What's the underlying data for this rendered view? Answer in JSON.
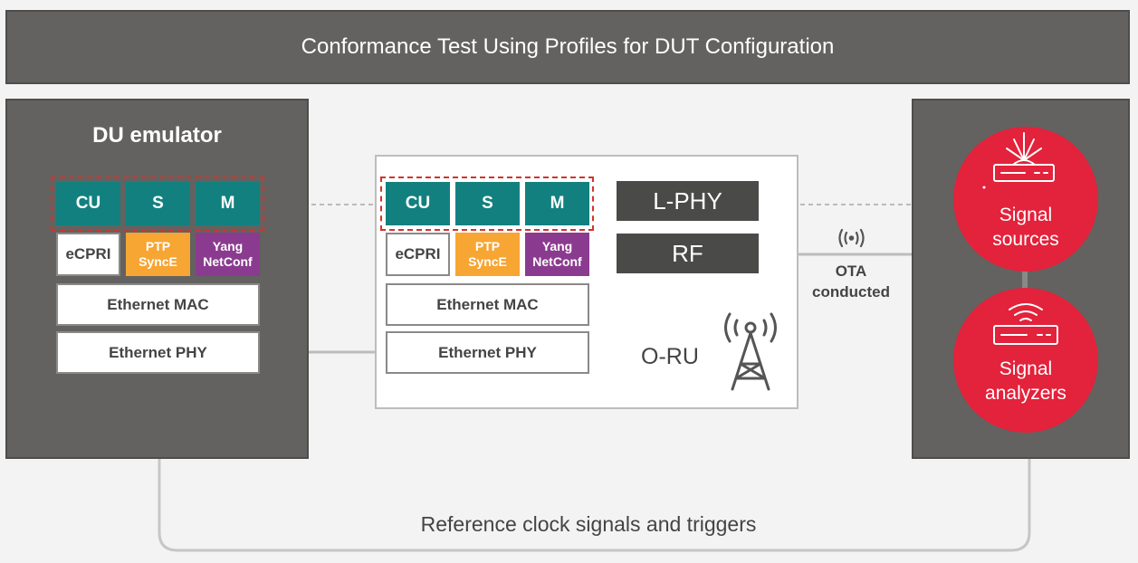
{
  "title": "Conformance Test  Using Profiles for DUT Configuration",
  "du_emulator": {
    "title": "DU emulator",
    "cu": "CU",
    "s": "S",
    "m": "M",
    "ecpri": "eCPRI",
    "ptp_line1": "PTP",
    "ptp_line2": "SyncE",
    "yang_line1": "Yang",
    "yang_line2": "NetConf",
    "eth_mac": "Ethernet MAC",
    "eth_phy": "Ethernet PHY"
  },
  "oru": {
    "cu": "CU",
    "s": "S",
    "m": "M",
    "ecpri": "eCPRI",
    "ptp_line1": "PTP",
    "ptp_line2": "SyncE",
    "yang_line1": "Yang",
    "yang_line2": "NetConf",
    "eth_mac": "Ethernet MAC",
    "eth_phy": "Ethernet PHY",
    "lphy": "L-PHY",
    "rf": "RF",
    "label": "O-RU"
  },
  "ota": {
    "line1": "OTA",
    "line2": "conducted"
  },
  "instruments": {
    "sources_line1": "Signal",
    "sources_line2": "sources",
    "analyzers_line1": "Signal",
    "analyzers_line2": "analyzers"
  },
  "reference": "Reference clock signals and triggers",
  "colors": {
    "teal": "#12807f",
    "orange": "#f7a533",
    "purple": "#8b3b8f",
    "red": "#e3223b",
    "dark": "#636260"
  }
}
